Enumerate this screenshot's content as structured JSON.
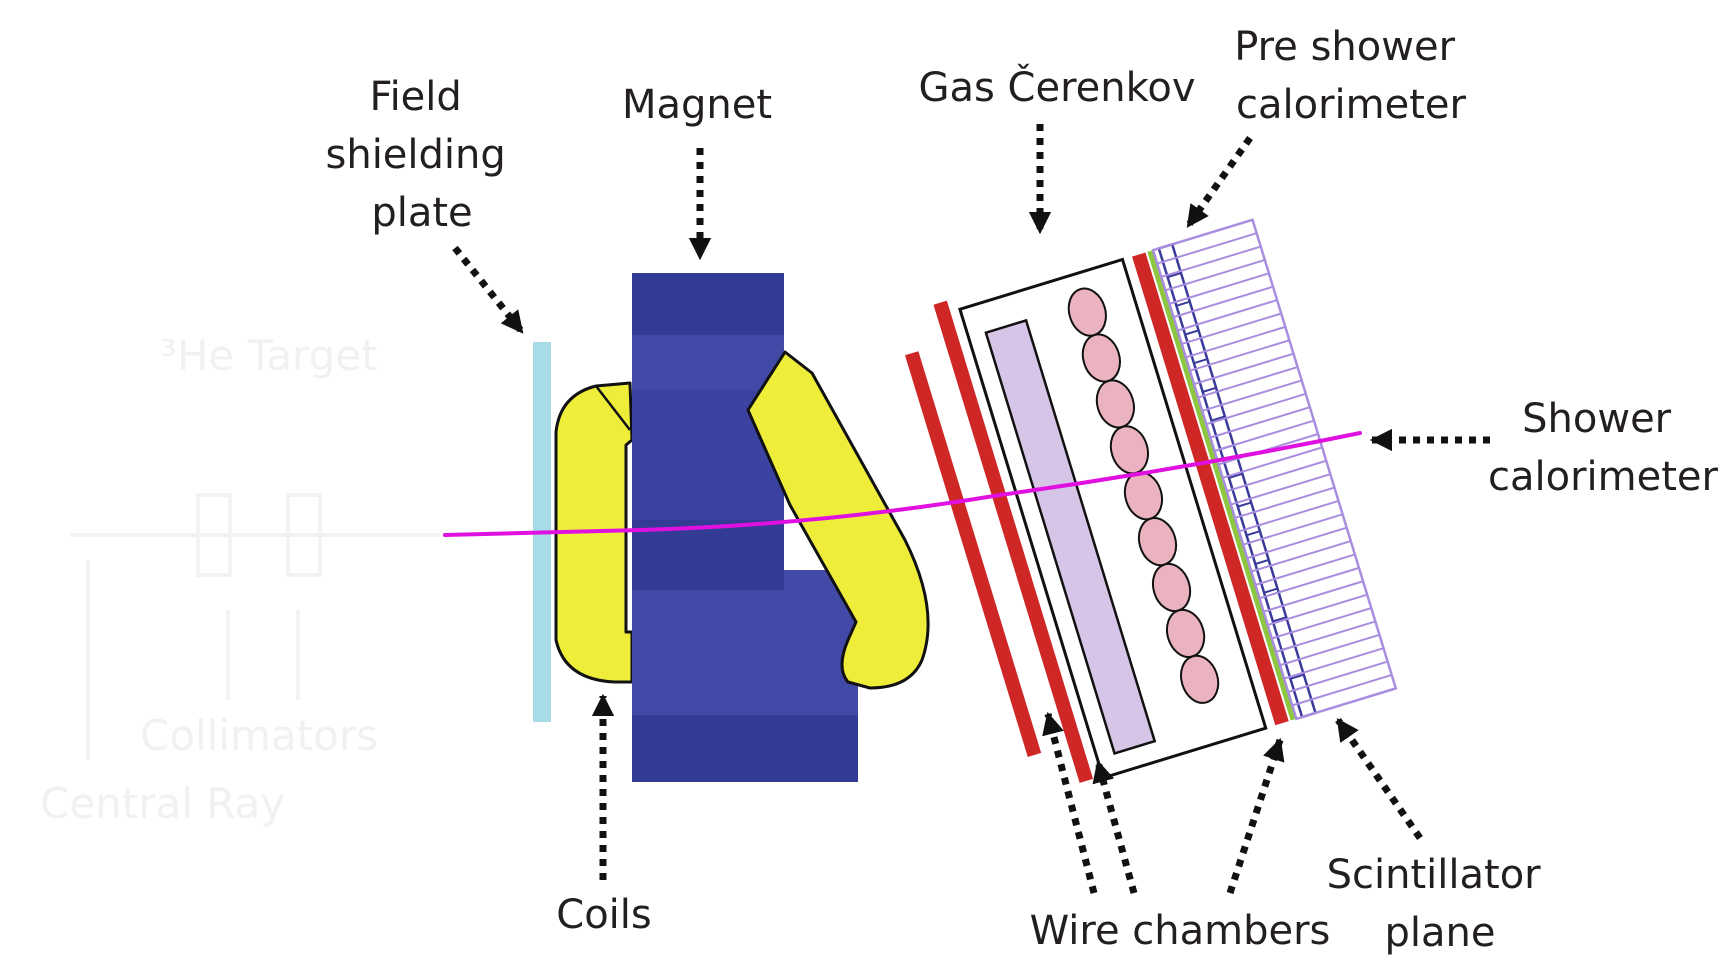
{
  "labels": {
    "field_shielding_plate": [
      "Field",
      "shielding",
      "plate"
    ],
    "magnet": "Magnet",
    "gas_cerenkov": "Gas Čerenkov",
    "pre_shower": [
      "Pre shower",
      "calorimeter"
    ],
    "shower": [
      "Shower",
      "calorimeter"
    ],
    "coils": "Coils",
    "wire_chambers": "Wire chambers",
    "scintillator": [
      "Scintillator",
      "plane"
    ]
  },
  "faint_labels": {
    "target": "³He Target",
    "collimators": "Collimators",
    "central_ray": "Central Ray"
  },
  "colors": {
    "field_plate": "#a7dbe6",
    "magnet_dark": "#333b95",
    "magnet_light": "#4349a6",
    "coil": "#eded3a",
    "wire_chamber": "#cf2626",
    "cerenkov_mirror": "#d6c5e6",
    "pmt": "#eab3bf",
    "pre_shower_green": "#8dc63f",
    "scintillator": "#3a3a9a",
    "shower_blocks": "#a98ee0",
    "beam": "#e010e0",
    "arrow": "#111111"
  }
}
